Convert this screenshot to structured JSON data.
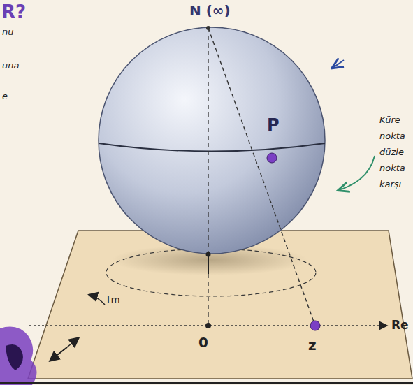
{
  "diagram": {
    "title": "R?",
    "labels": [
      "nu",
      "una",
      "e",
      "N (∞)",
      "P",
      "Küre",
      "nokta",
      "düzle",
      "nokta",
      "karşı",
      "Im",
      "0",
      "z",
      "Re"
    ]
  }
}
